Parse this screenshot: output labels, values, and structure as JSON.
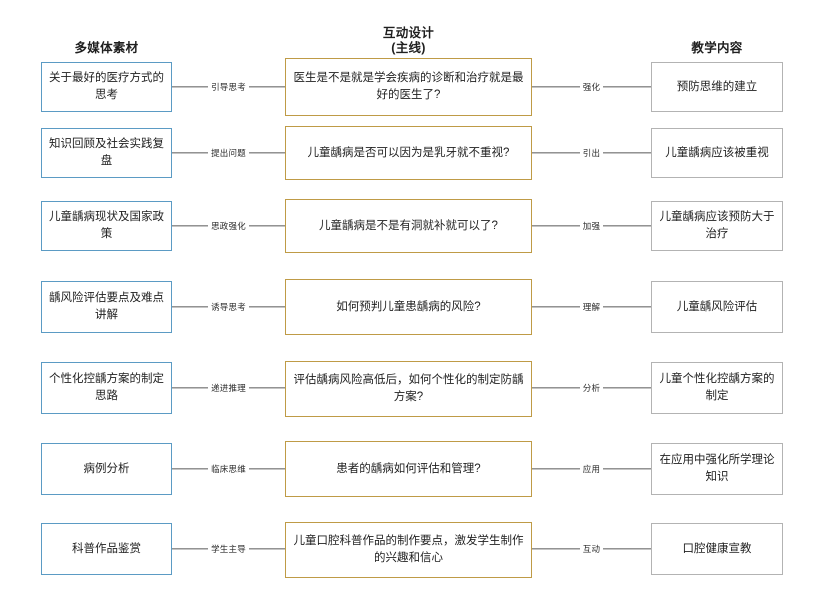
{
  "headers": {
    "left": "多媒体素材",
    "middle_line1": "互动设计",
    "middle_line2": "(主线)",
    "right": "教学内容"
  },
  "colors": {
    "left_border": "#5b9bc4",
    "middle_border": "#bf9b46",
    "right_border": "#b3b3b3",
    "connector_line": "#595959",
    "text": "#1f1f1f",
    "background": "#ffffff"
  },
  "rows": [
    {
      "left": "关于最好的医疗方式的思考",
      "left_connector": "引导思考",
      "middle": "医生是不是就是学会疾病的诊断和治疗就是最好的医生了?",
      "right_connector": "强化",
      "right": "预防思维的建立"
    },
    {
      "left": "知识回顾及社会实践复盘",
      "left_connector": "提出问题",
      "middle": "儿童龋病是否可以因为是乳牙就不重视?",
      "right_connector": "引出",
      "right": "儿童龋病应该被重视"
    },
    {
      "left": "儿童龋病现状及国家政策",
      "left_connector": "思政强化",
      "middle": "儿童龋病是不是有洞就补就可以了?",
      "right_connector": "加强",
      "right": "儿童龋病应该预防大于治疗"
    },
    {
      "left": "龋风险评估要点及难点讲解",
      "left_connector": "诱导思考",
      "middle": "如何预判儿童患龋病的风险?",
      "right_connector": "理解",
      "right": "儿童龋风险评估"
    },
    {
      "left": "个性化控龋方案的制定思路",
      "left_connector": "递进推理",
      "middle": "评估龋病风险高低后，如何个性化的制定防龋方案?",
      "right_connector": "分析",
      "right": "儿童个性化控龋方案的制定"
    },
    {
      "left": "病例分析",
      "left_connector": "临床思维",
      "middle": "患者的龋病如何评估和管理?",
      "right_connector": "应用",
      "right": "在应用中强化所学理论知识"
    },
    {
      "left": "科普作品鉴赏",
      "left_connector": "学生主导",
      "middle": "儿童口腔科普作品的制作要点，激发学生制作的兴趣和信心",
      "right_connector": "互动",
      "right": "口腔健康宣教"
    }
  ]
}
